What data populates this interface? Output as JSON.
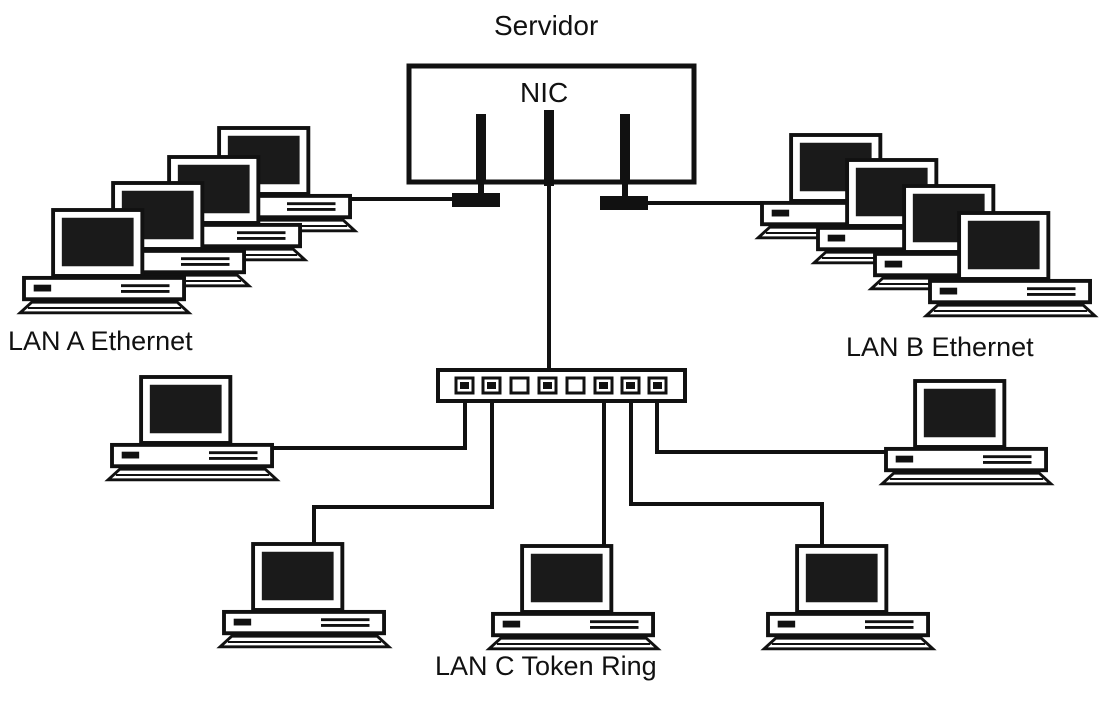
{
  "diagram": {
    "server": {
      "title": "Servidor",
      "nic_label": "NIC"
    },
    "lans": [
      {
        "label": "LAN A Ethernet"
      },
      {
        "label": "LAN B Ethernet"
      },
      {
        "label": "LAN C Token Ring"
      }
    ]
  },
  "colors": {
    "ink": "#111111",
    "screen": "#1a1a1a",
    "paper": "#ffffff"
  }
}
